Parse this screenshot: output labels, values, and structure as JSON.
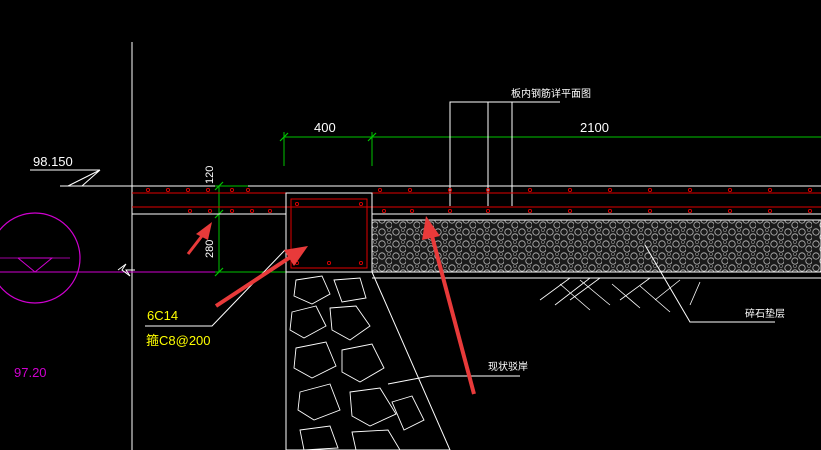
{
  "colors": {
    "background": "#000000",
    "white": "#ffffff",
    "green": "#00c400",
    "red": "#e00000",
    "magenta": "#d000d0",
    "yellow": "#ffff00",
    "annotation_arrow": "#e83a3a",
    "hatch_fill": "#5a5a5a"
  },
  "labels": {
    "top_note": "板内钢筋详平面图",
    "elev_top": "98.150",
    "elev_bottom": "97.20",
    "dim_400": "400",
    "dim_2100": "2100",
    "dim_120": "120",
    "dim_280": "280",
    "rebar_main": "6C14",
    "rebar_stirrup": "箍C8@200",
    "gravel_layer": "碎石垫层",
    "existing_bank": "现状驳岸"
  }
}
